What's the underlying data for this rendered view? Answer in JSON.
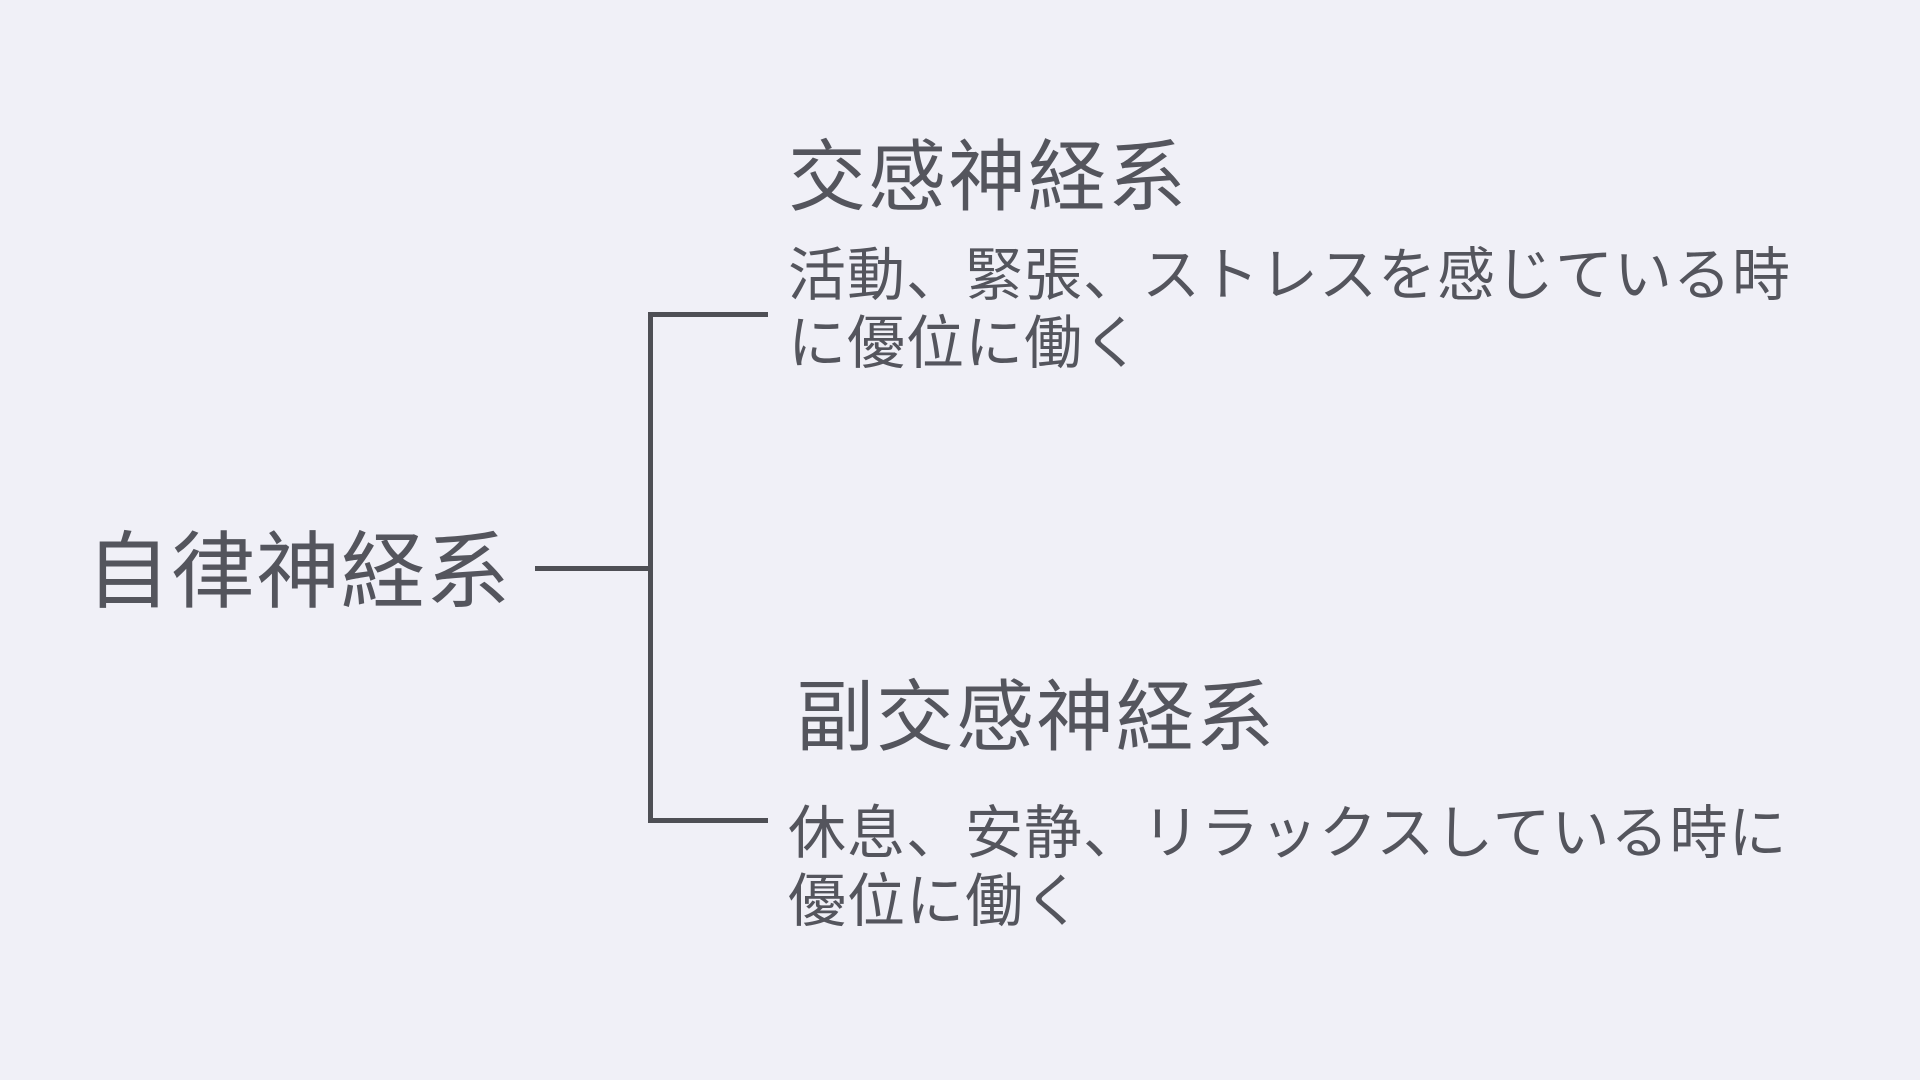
{
  "diagram": {
    "type": "mindmap",
    "topic": "autonomic nervous system",
    "colors": {
      "background": "#F0F0F7",
      "text": "#54555D",
      "line": "#4E4F55"
    },
    "root": {
      "label": "自律神経系"
    },
    "branches": [
      {
        "title": "交感神経系",
        "description": "活動、緊張、ストレスを感じている時に優位に働く"
      },
      {
        "title": "副交感神経系",
        "description": "休息、安静、リラックスしている時に優位に働く"
      }
    ]
  }
}
